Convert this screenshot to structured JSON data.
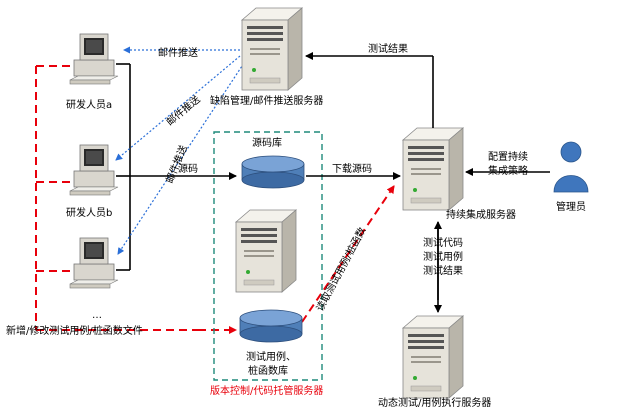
{
  "labels": {
    "dev_a": "研发人员a",
    "dev_b": "研发人员b",
    "dev_more": "…",
    "defect_server": "缺陷管理/邮件推送服务器",
    "test_result_top": "测试结果",
    "email_push_1": "邮件推送",
    "email_push_2": "邮件推送",
    "email_push_3": "邮件推送",
    "repo_title": "源码库",
    "source_code": "源码",
    "download_source": "下载源码",
    "config_line1": "配置持续",
    "config_line2": "集成策略",
    "admin": "管理员",
    "ci_server": "持续集成服务器",
    "read_tests": "读取测试用例/桩函数",
    "test_code": "测试代码",
    "test_case": "测试用例",
    "test_result": "测试结果",
    "new_modify": "新增/修改测试用例/桩函数文件",
    "testcase_db_line1": "测试用例、",
    "testcase_db_line2": "桩函数库",
    "vcs_server": "版本控制/代码托管服务器",
    "exec_server": "动态测试/用例执行服务器"
  },
  "colors": {
    "red_dash": "#e8000b",
    "blue_dot": "#2a6fd8",
    "teal_box": "#1f8a7a",
    "db_blue": "#4f7fb8",
    "server_body": "#e6e3da",
    "admin_blue": "#3f76bd"
  }
}
